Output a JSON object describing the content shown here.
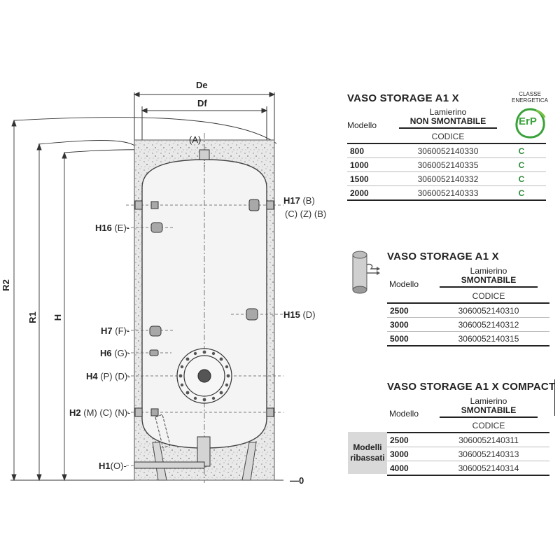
{
  "diagram": {
    "dims": {
      "de": "De",
      "df": "Df",
      "r2": "R2",
      "r1": "R1",
      "h": "H",
      "zero": "0",
      "a": "(A)"
    },
    "connections": [
      {
        "code": "H17",
        "suffix": " (B)"
      },
      {
        "code": "",
        "suffix": "(C) (Z) (B)"
      },
      {
        "code": "H16",
        "suffix": " (E)-"
      },
      {
        "code": "H15",
        "suffix": " (D)"
      },
      {
        "code": "H7",
        "suffix": " (F)-"
      },
      {
        "code": "H6",
        "suffix": " (G)-"
      },
      {
        "code": "H4",
        "suffix": " (P) (D)-"
      },
      {
        "code": "H2",
        "suffix": " (M) (C) (N)-"
      },
      {
        "code": "H1",
        "suffix": "(O)-"
      }
    ]
  },
  "erp": {
    "label_line1": "CLASSE",
    "label_line2": "ENERGETICA",
    "badge": "ErP",
    "color": "#3aa23a"
  },
  "tables": [
    {
      "title": "VASO STORAGE A1 X",
      "col_model": "Modello",
      "col_material_line1": "Lamierino",
      "col_material_line2": "NON SMONTABILE",
      "col_code": "CODICE",
      "rows": [
        {
          "model": "800",
          "code": "3060052140330",
          "erp": "C"
        },
        {
          "model": "1000",
          "code": "3060052140335",
          "erp": "C"
        },
        {
          "model": "1500",
          "code": "3060052140332",
          "erp": "C"
        },
        {
          "model": "2000",
          "code": "3060052140333",
          "erp": "C"
        }
      ]
    },
    {
      "title": "VASO STORAGE A1 X",
      "col_model": "Modello",
      "col_material_line1": "Lamierino",
      "col_material_line2": "SMONTABILE",
      "col_code": "CODICE",
      "rows": [
        {
          "model": "2500",
          "code": "3060052140310"
        },
        {
          "model": "3000",
          "code": "3060052140312"
        },
        {
          "model": "5000",
          "code": "3060052140315"
        }
      ]
    },
    {
      "title": "VASO STORAGE A1 X COMPACT",
      "col_model": "Modello",
      "col_material_line1": "Lamierino",
      "col_material_line2": "SMONTABILE",
      "col_code": "CODICE",
      "side_label_line1": "Modelli",
      "side_label_line2": "ribassati",
      "rows": [
        {
          "model": "2500",
          "code": "3060052140311"
        },
        {
          "model": "3000",
          "code": "3060052140313"
        },
        {
          "model": "4000",
          "code": "3060052140314"
        }
      ]
    }
  ]
}
